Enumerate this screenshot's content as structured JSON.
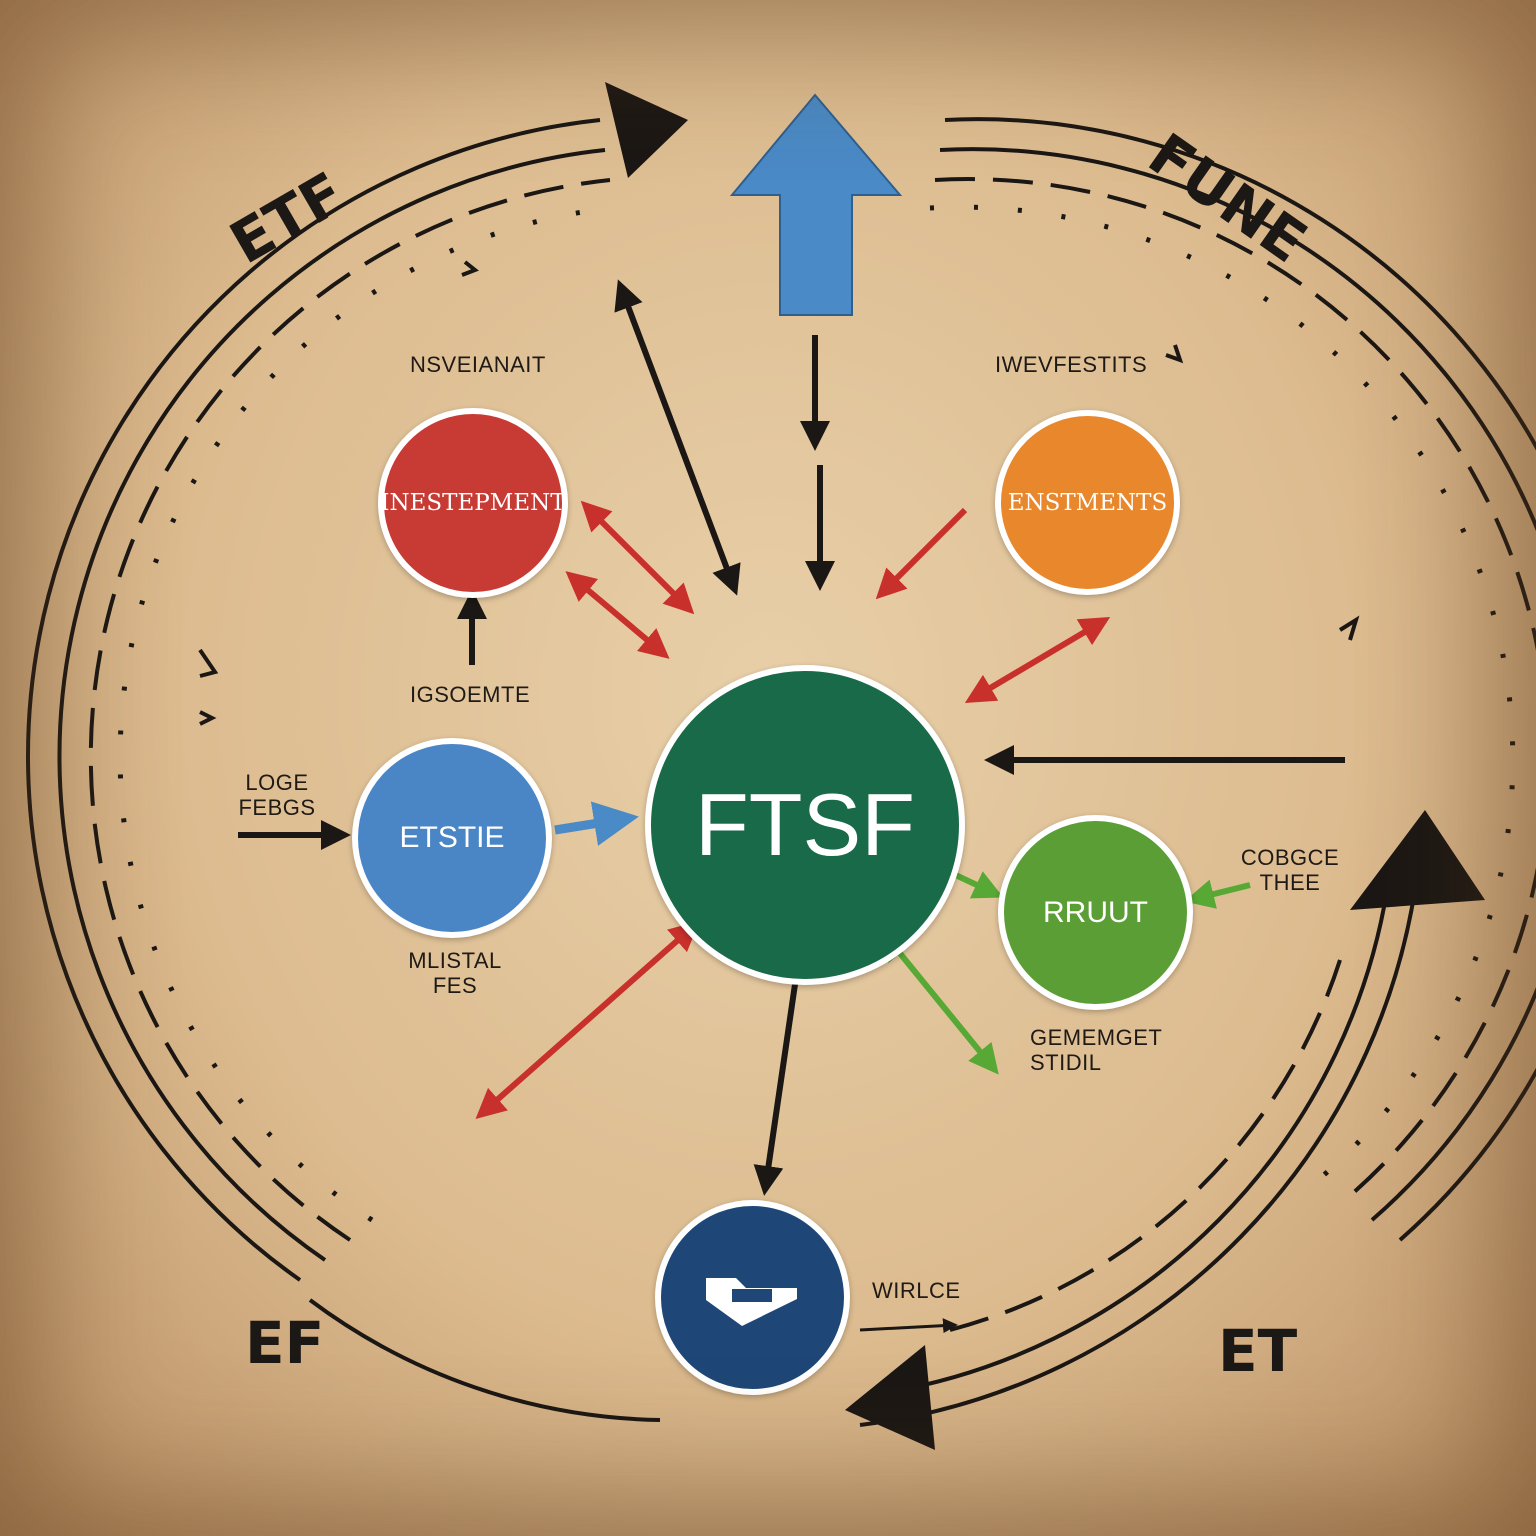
{
  "corner_labels": {
    "top_left": "ETF",
    "top_right": "FUNE",
    "bottom_left": "EF",
    "bottom_right": "ET"
  },
  "center": {
    "label": "FTSF",
    "color": "#186a48"
  },
  "nodes": {
    "top_left": {
      "label": "INESTEPMENT",
      "color": "#c83a34",
      "caption": "NSVEIANAIT",
      "below_caption": "IGSOEMTE"
    },
    "top_right": {
      "label": "ENSTMENTS",
      "color": "#e8872b",
      "caption": "IWEVFESTITS"
    },
    "left": {
      "label": "ETSTIE",
      "color": "#4a86c6",
      "side_caption": [
        "LOGE",
        "FEBGS"
      ],
      "below_caption": [
        "MLISTAL",
        "FES"
      ]
    },
    "right": {
      "label": "RRUUT",
      "color": "#5b9e35",
      "side_caption": [
        "COBGCE",
        "THEE"
      ],
      "below_caption": [
        "GEMEMGET",
        "STIDIL"
      ]
    },
    "bottom": {
      "icon": "tag-shield-icon",
      "color": "#1e4777",
      "side_caption": "WIRLCE"
    }
  },
  "colors": {
    "arrow_black": "#1b1714",
    "arrow_red": "#c8302c",
    "arrow_green": "#57a834",
    "arrow_blue_big": "#4a8ac6",
    "arrow_blue_small": "#4a8ac6"
  }
}
